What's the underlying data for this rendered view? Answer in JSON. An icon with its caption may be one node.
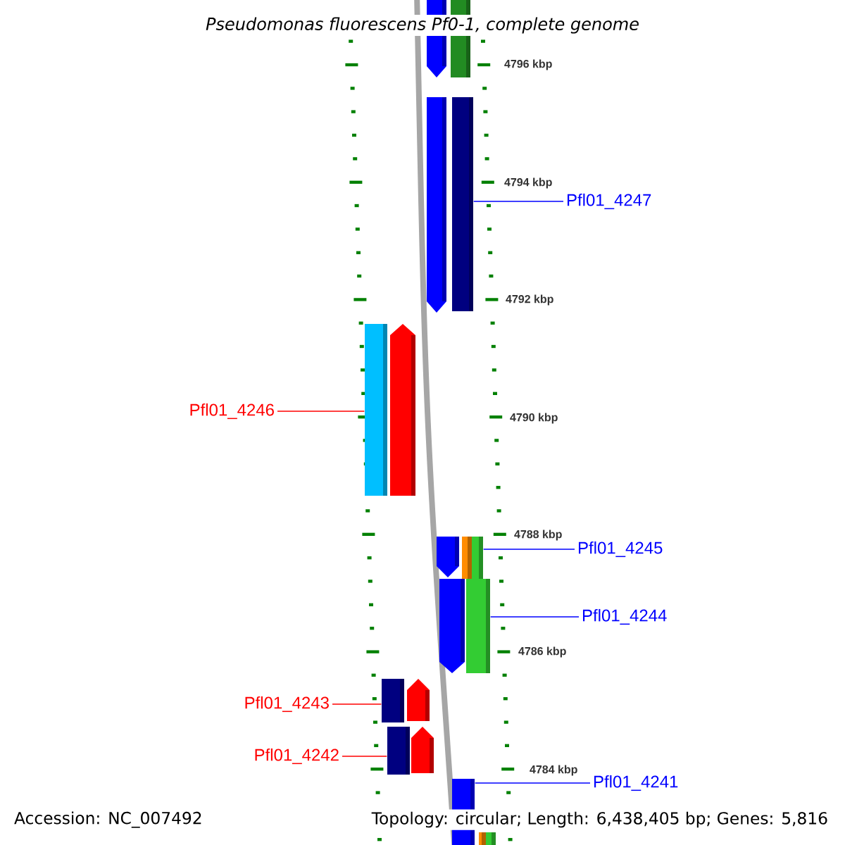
{
  "diagram": {
    "title": "Pseudomonas fluorescens Pf0-1, complete genome",
    "nodes": [
      {
        "text": [],
        "shape": "bar"
      },
      {
        "text": [],
        "shape": "bar"
      },
      {
        "text": [],
        "shape": "bar"
      },
      {
        "text": [],
        "shape": "bar"
      },
      {
        "text": [],
        "shape": "bar"
      },
      {
        "text": [],
        "shape": "bar"
      },
      {
        "text": [],
        "shape": "bar"
      },
      {
        "text": [],
        "shape": "bar"
      },
      {
        "text": [],
        "shape": "bar"
      },
      {
        "text": [],
        "shape": "bar"
      },
      {
        "text": [],
        "shape": "bar"
      },
      {
        "text": [],
        "shape": "bar"
      },
      {
        "text": [],
        "shape": "bar"
      },
      {
        "text": [],
        "shape": "bar"
      },
      {
        "text": [],
        "shape": "bar"
      },
      {
        "text": [],
        "shape": "bar"
      },
      {
        "text": [],
        "shape": "bar"
      },
      {
        "text": [],
        "shape": "bar"
      },
      {
        "text": [
          "Pfl01_4247"
        ]
      },
      {
        "text": [
          "Pfl01_4246"
        ]
      },
      {
        "text": [
          "Pfl01_4245"
        ]
      },
      {
        "text": [
          "Pfl01_4244"
        ]
      },
      {
        "text": [
          "Pfl01_4243"
        ]
      },
      {
        "text": [
          "Pfl01_4242"
        ]
      },
      {
        "text": [
          "Pfl01_4241"
        ]
      }
    ],
    "edges": [
      {
        "from": 18,
        "to": 3,
        "arrow": "none"
      },
      {
        "from": 19,
        "to": 4,
        "arrow": "none",
        "color": "#ff0000"
      },
      {
        "from": 20,
        "to": 8,
        "arrow": "none"
      },
      {
        "from": 21,
        "to": 10,
        "arrow": "none"
      },
      {
        "from": 22,
        "to": 11,
        "arrow": "none",
        "color": "#ff0000"
      },
      {
        "from": 23,
        "to": 13,
        "arrow": "none",
        "color": "#ff0000"
      },
      {
        "from": 24,
        "to": 15,
        "arrow": "none"
      }
    ],
    "labels": [
      "4796 kbp",
      "4794 kbp",
      "4792 kbp",
      "4790 kbp",
      "4788 kbp",
      "4786 kbp",
      "4784 kbp",
      "Accession: NC_007492",
      "Topology: circular; Length: 6,438,405 bp; Genes: 5,816"
    ]
  }
}
